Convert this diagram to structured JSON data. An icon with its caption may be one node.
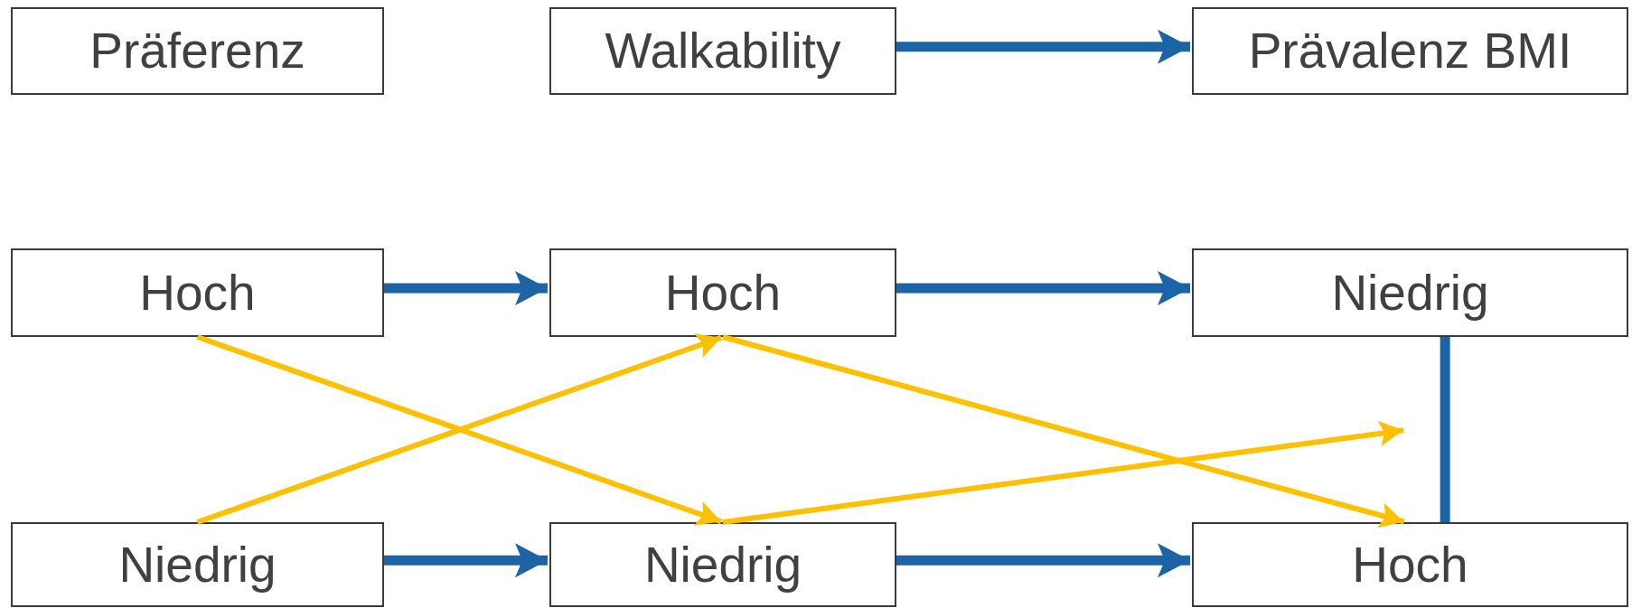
{
  "diagram": {
    "nodes": [
      {
        "text": [
          "Präferenz"
        ]
      },
      {
        "text": [
          "Walkability"
        ]
      },
      {
        "text": [
          "Prävalenz BMI"
        ]
      },
      {
        "text": [
          "Hoch"
        ]
      },
      {
        "text": [
          "Hoch"
        ]
      },
      {
        "text": [
          "Niedrig"
        ]
      },
      {
        "text": [
          "Niedrig"
        ]
      },
      {
        "text": [
          "Niedrig"
        ]
      },
      {
        "text": [
          "Hoch"
        ]
      }
    ],
    "edges": [
      {
        "from": 1,
        "to": 2,
        "arrow": "to"
      },
      {
        "from": 3,
        "to": 4,
        "arrow": "to"
      },
      {
        "from": 4,
        "to": 5,
        "arrow": "to"
      },
      {
        "from": 5,
        "to": 8,
        "arrow": "none"
      },
      {
        "from": 3,
        "to": 7,
        "arrow": "to",
        "color": "#ffc000"
      },
      {
        "from": 6,
        "to": 4,
        "arrow": "to",
        "color": "#ffc000"
      },
      {
        "from": 4,
        "to": 8,
        "arrow": "to",
        "color": "#ffc000"
      },
      {
        "from": 7,
        "to": null,
        "arrow": "to",
        "color": "#ffc000"
      },
      {
        "from": 6,
        "to": 7,
        "arrow": "to"
      },
      {
        "from": 7,
        "to": 8,
        "arrow": "to"
      }
    ]
  }
}
